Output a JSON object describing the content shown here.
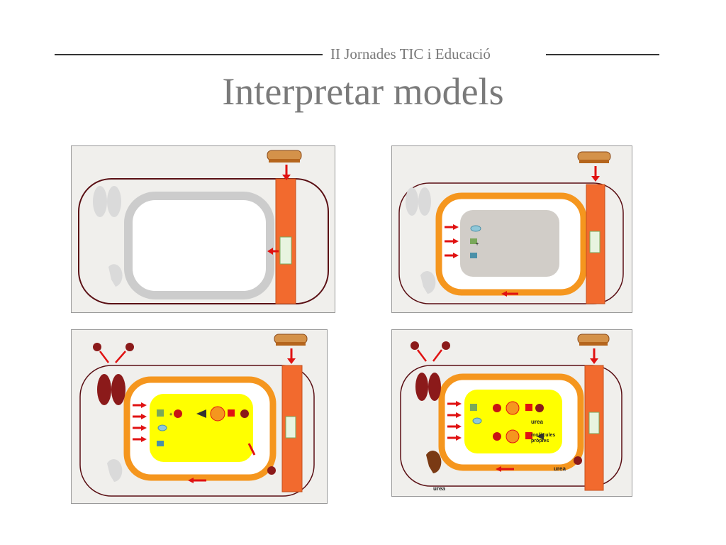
{
  "header": {
    "subtitle": "II Jornades TIC i Educació",
    "title": "Interpretar models"
  },
  "panels": {
    "top_right": {
      "ell": "+"
    },
    "bottom_left": {
      "ell": "+"
    },
    "bottom_right": {
      "urea_in_cell": "urea",
      "molecules_line1": "molècules",
      "molecules_line2": "pròpies",
      "urea_membrane": "urea",
      "urea_kidney": "urea"
    }
  },
  "colors": {
    "membrane": "#5a0f14",
    "vessel": "#f26a2e",
    "cell_orange": "#f5961e",
    "cytoplasm": "#ffff00",
    "nucleus_gray": "#d1cdc8",
    "arrow": "#e01212"
  }
}
